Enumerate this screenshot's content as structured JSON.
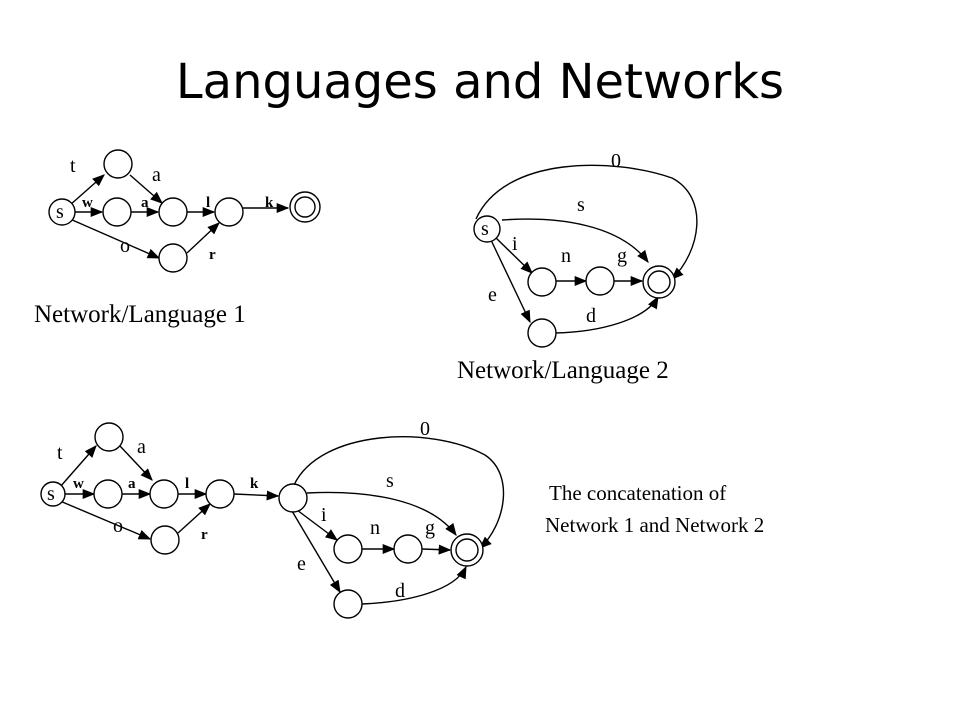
{
  "slide": {
    "title": "Languages and Networks"
  },
  "network1": {
    "caption": "Network/Language 1",
    "edge_labels": {
      "t": "t",
      "a_top": "a",
      "w": "w",
      "a_mid": "a",
      "l": "l",
      "k": "k",
      "o": "o",
      "r": "r"
    },
    "start_label": "s"
  },
  "network2": {
    "caption": "Network/Language 2",
    "edge_labels": {
      "zero": "0",
      "s": "s",
      "i": "i",
      "n": "n",
      "g": "g",
      "e": "e",
      "d": "d"
    },
    "start_label": "s"
  },
  "concat": {
    "caption_line1": "The concatenation of",
    "caption_line2": "Network 1 and Network 2",
    "edge_labels": {
      "t": "t",
      "a_top": "a",
      "w": "w",
      "a_mid": "a",
      "l": "l",
      "k": "k",
      "o": "o",
      "r": "r",
      "zero": "0",
      "s": "s",
      "i": "i",
      "n": "n",
      "g": "g",
      "e": "e",
      "d": "d"
    },
    "start_label": "s"
  }
}
